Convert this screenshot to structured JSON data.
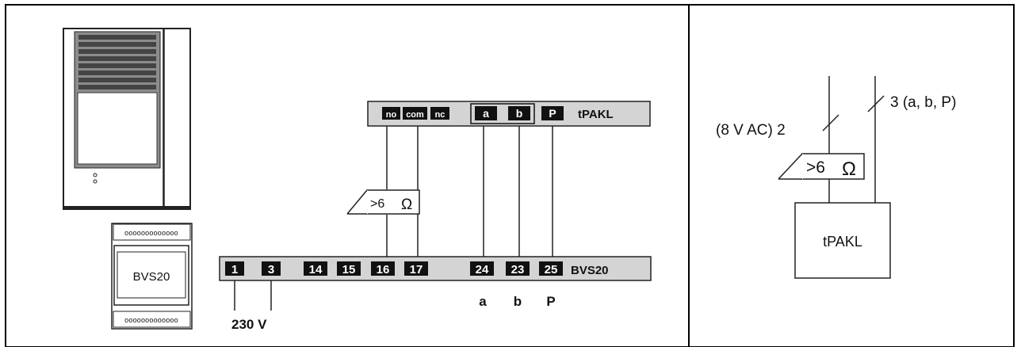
{
  "bvs20_module": {
    "label": "BVS20",
    "dots_top": "ooooooooooooo",
    "dots_bottom": "ooooooooooooo"
  },
  "tpakl_bar": {
    "label": "tPAKL",
    "terminals": [
      "no",
      "com",
      "nc",
      "a",
      "b",
      "P"
    ]
  },
  "bvs20_bar": {
    "label": "BVS20",
    "terminals": [
      "1",
      "3",
      "14",
      "15",
      "16",
      "17",
      "24",
      "23",
      "25"
    ],
    "below_labels": [
      "a",
      "b",
      "P"
    ],
    "supply_label": "230 V"
  },
  "resistor_left": {
    "label": ">6",
    "unit": "Ω"
  },
  "schematic": {
    "wire_left_label": "(8 V AC) 2",
    "wire_right_label": "3 (a, b, P)",
    "resistor_label": ">6",
    "resistor_unit": "Ω",
    "box_label": "tPAKL"
  }
}
